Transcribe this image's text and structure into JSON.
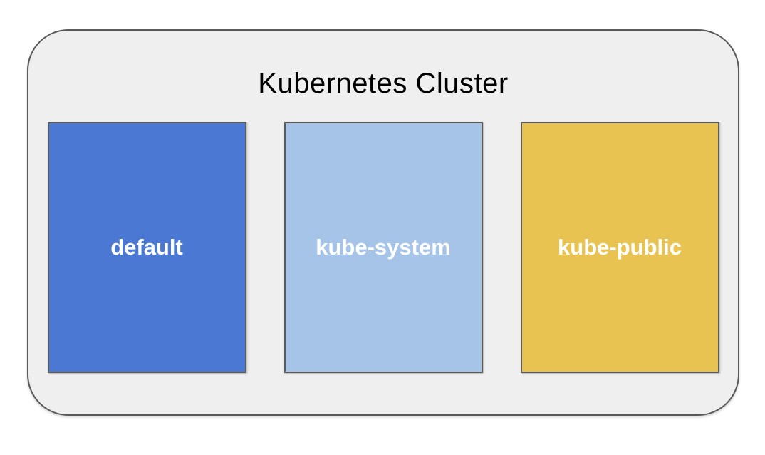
{
  "diagram": {
    "title": "Kubernetes Cluster",
    "namespaces": [
      {
        "label": "default",
        "fill": "#4A78D2",
        "text_color": "#FFFFFF"
      },
      {
        "label": "kube-system",
        "fill": "#A5C4E7",
        "text_color": "#FFFFFF"
      },
      {
        "label": "kube-public",
        "fill": "#E9C352",
        "text_color": "#FFFFFF"
      }
    ],
    "colors": {
      "cluster_fill": "#EFEFEF",
      "cluster_border": "#595959",
      "box_border": "#5B5B5B",
      "title_color": "#000000",
      "page_background": "#FFFFFF"
    }
  }
}
